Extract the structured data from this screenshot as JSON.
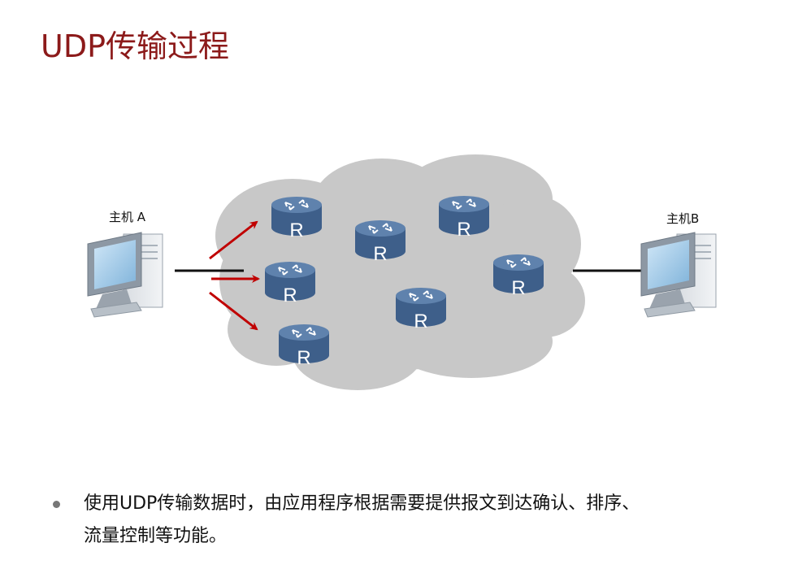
{
  "title": "UDP传输过程",
  "host_a_label": "主机 A",
  "host_b_label": "主机B",
  "router_letter": "R",
  "routers": [
    "router-1",
    "router-2",
    "router-3",
    "router-4",
    "router-5",
    "router-6",
    "router-7"
  ],
  "bullet_text": "使用UDP传输数据时，由应用程序根据需要提供报文到达确认、排序、\n流量控制等功能。",
  "colors": {
    "title": "#8c1a1a",
    "arrow": "#c00000",
    "cloud": "#c8c8c8",
    "router_body": "#3e5f8a",
    "router_top": "#5f82ad",
    "link": "#111111"
  }
}
